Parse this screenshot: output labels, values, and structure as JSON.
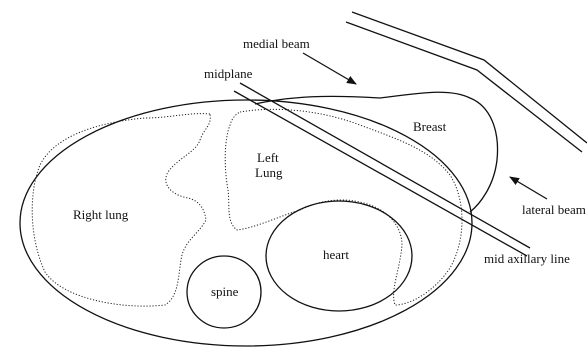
{
  "labels": {
    "medial_beam": "medial beam",
    "midplane": "midplane",
    "breast": "Breast",
    "left_lung_line1": "Left",
    "left_lung_line2": "Lung",
    "right_lung": "Right lung",
    "lateral_beam": "lateral beam",
    "heart": "heart",
    "mid_axillary_line": "mid axillary line",
    "spine": "spine"
  },
  "colors": {
    "line": "#111111",
    "background": "#ffffff"
  }
}
